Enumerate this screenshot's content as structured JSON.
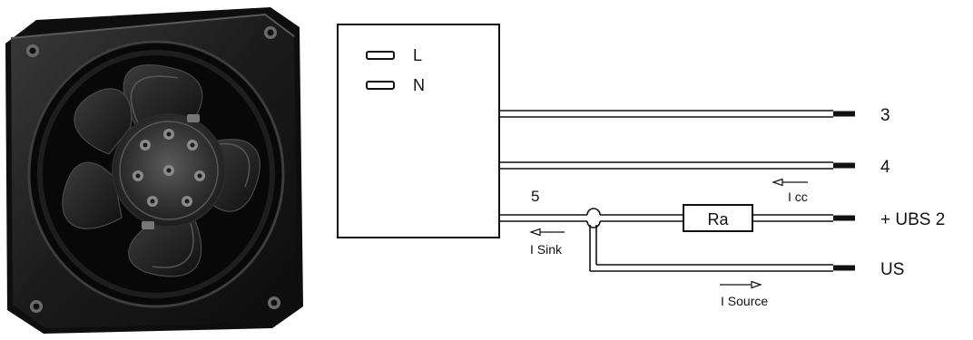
{
  "device": {
    "terminals": [
      "L",
      "N"
    ]
  },
  "wires": [
    {
      "label": "3"
    },
    {
      "label": "4"
    },
    {
      "label": "+ UBS 2"
    },
    {
      "label": "US"
    }
  ],
  "tap_label": "5",
  "resistor": "Ra",
  "currents": {
    "icc": "I cc",
    "isink": "I Sink",
    "isource": "I Source"
  },
  "colors": {
    "ink": "#111111",
    "fan_body": "#1b1b1b",
    "fan_highlight": "#4a4a4a"
  }
}
